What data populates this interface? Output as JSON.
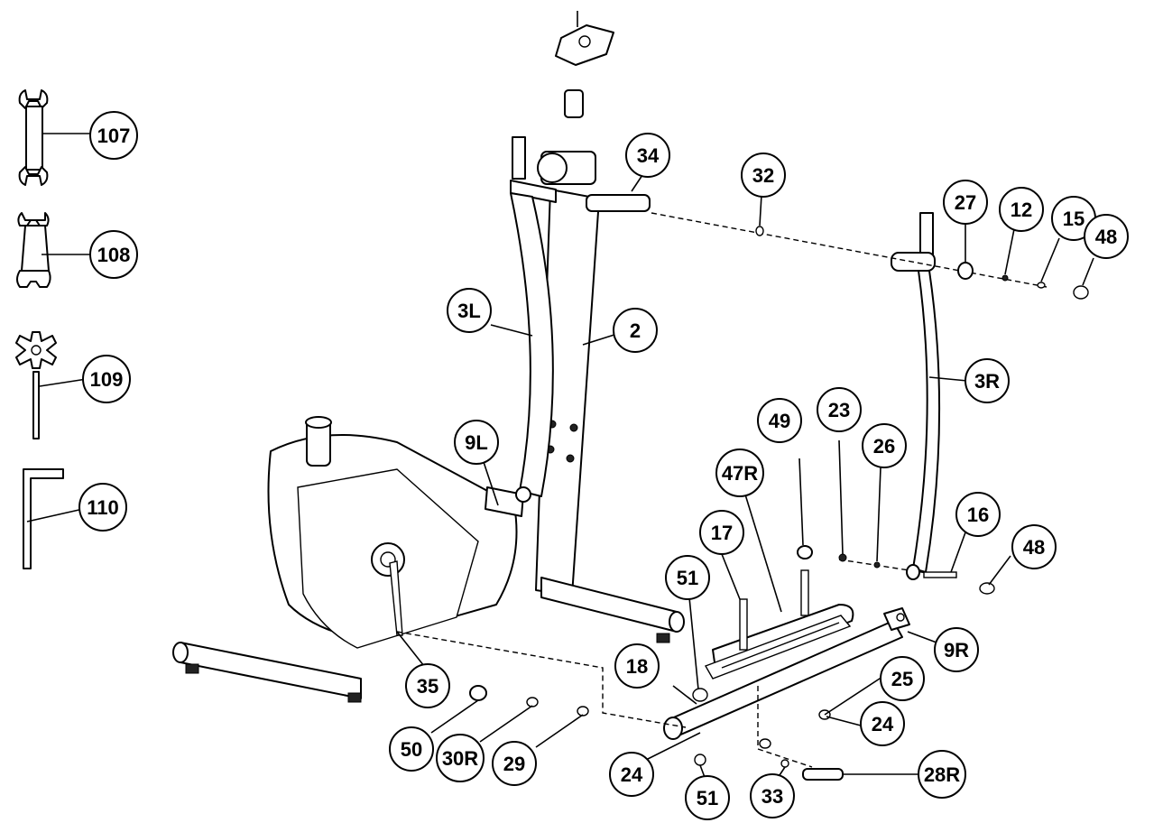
{
  "callouts": [
    {
      "id": "c107",
      "label": "107"
    },
    {
      "id": "c108",
      "label": "108"
    },
    {
      "id": "c109",
      "label": "109"
    },
    {
      "id": "c110",
      "label": "110"
    },
    {
      "id": "c34",
      "label": "34"
    },
    {
      "id": "c32",
      "label": "32"
    },
    {
      "id": "c27",
      "label": "27"
    },
    {
      "id": "c12",
      "label": "12"
    },
    {
      "id": "c15",
      "label": "15"
    },
    {
      "id": "c48a",
      "label": "48"
    },
    {
      "id": "c3L",
      "label": "3L"
    },
    {
      "id": "c2",
      "label": "2"
    },
    {
      "id": "c3R",
      "label": "3R"
    },
    {
      "id": "c9L",
      "label": "9L"
    },
    {
      "id": "c23",
      "label": "23"
    },
    {
      "id": "c49",
      "label": "49"
    },
    {
      "id": "c26",
      "label": "26"
    },
    {
      "id": "c47R",
      "label": "47R"
    },
    {
      "id": "c17",
      "label": "17"
    },
    {
      "id": "c16",
      "label": "16"
    },
    {
      "id": "c48b",
      "label": "48"
    },
    {
      "id": "c51a",
      "label": "51"
    },
    {
      "id": "c9R",
      "label": "9R"
    },
    {
      "id": "c18",
      "label": "18"
    },
    {
      "id": "c25",
      "label": "25"
    },
    {
      "id": "c35",
      "label": "35"
    },
    {
      "id": "c24a",
      "label": "24"
    },
    {
      "id": "c50",
      "label": "50"
    },
    {
      "id": "c30R",
      "label": "30R"
    },
    {
      "id": "c29",
      "label": "29"
    },
    {
      "id": "c24b",
      "label": "24"
    },
    {
      "id": "c51b",
      "label": "51"
    },
    {
      "id": "c33",
      "label": "33"
    },
    {
      "id": "c28R",
      "label": "28R"
    }
  ]
}
